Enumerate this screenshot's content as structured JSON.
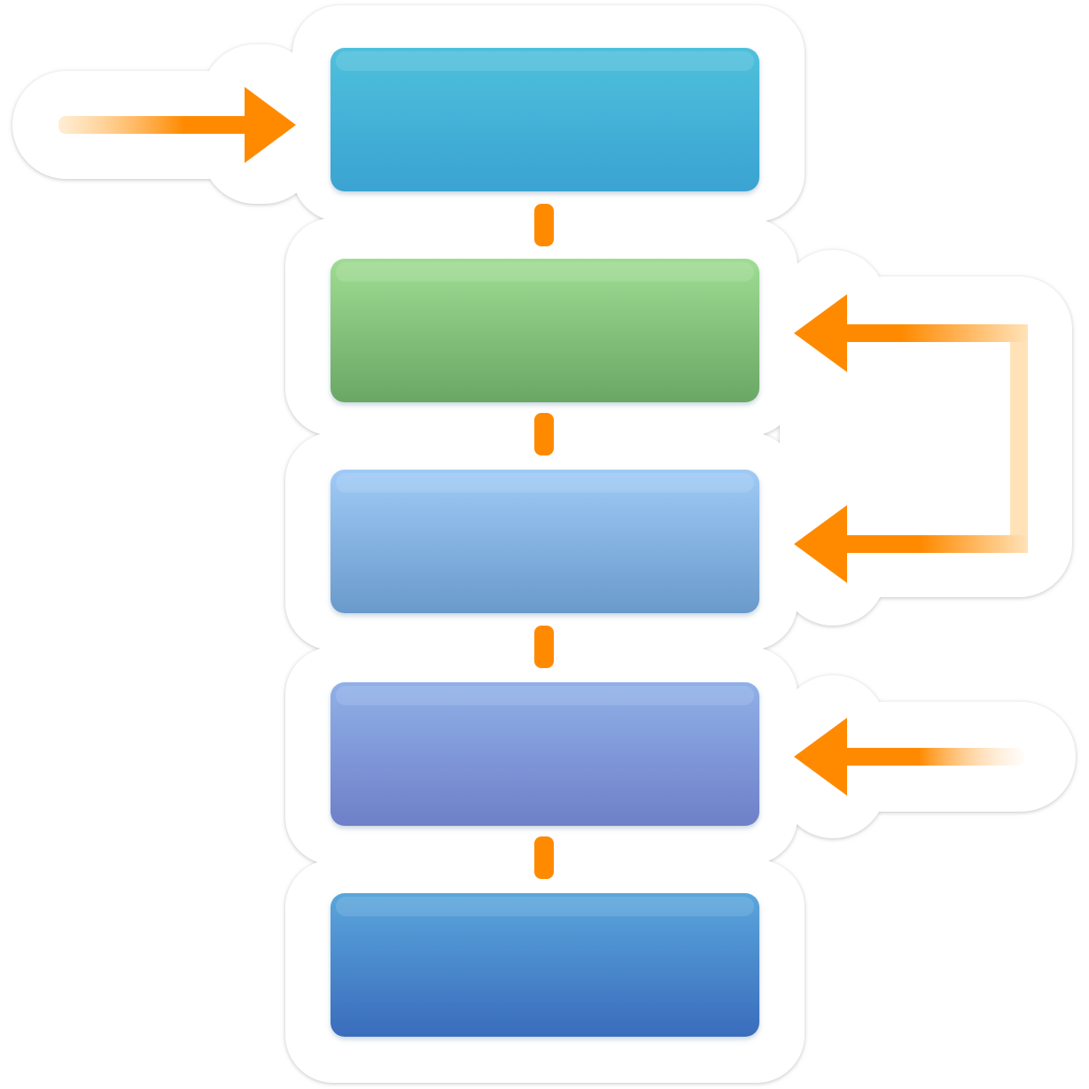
{
  "diagram": {
    "background": "#ffffff",
    "sticker_outline_color": "#ffffff",
    "sticker_shadow_color": "#cfcfcf",
    "accent_color": "#ff8a00",
    "accent_fade_color": "#ffe2b8",
    "blocks": [
      {
        "name": "block-1",
        "label": "",
        "top_color": "#4fc0dc",
        "bottom_color": "#3aa3d2"
      },
      {
        "name": "block-2",
        "label": "",
        "top_color": "#9fdc92",
        "bottom_color": "#6aa765"
      },
      {
        "name": "block-3",
        "label": "",
        "top_color": "#9fcaf6",
        "bottom_color": "#6a9acb"
      },
      {
        "name": "block-4",
        "label": "",
        "top_color": "#90b0e8",
        "bottom_color": "#6e80c8"
      },
      {
        "name": "block-5",
        "label": "",
        "top_color": "#5aa6dc",
        "bottom_color": "#3a6cbc"
      }
    ],
    "arrows": [
      {
        "name": "input-arrow-left",
        "direction": "right",
        "target": "block-1"
      },
      {
        "name": "feedback-arrow-top",
        "direction": "left",
        "target": "block-2"
      },
      {
        "name": "feedback-arrow-bottom",
        "direction": "left",
        "target": "block-3"
      },
      {
        "name": "input-arrow-right",
        "direction": "left",
        "target": "block-4"
      }
    ]
  }
}
